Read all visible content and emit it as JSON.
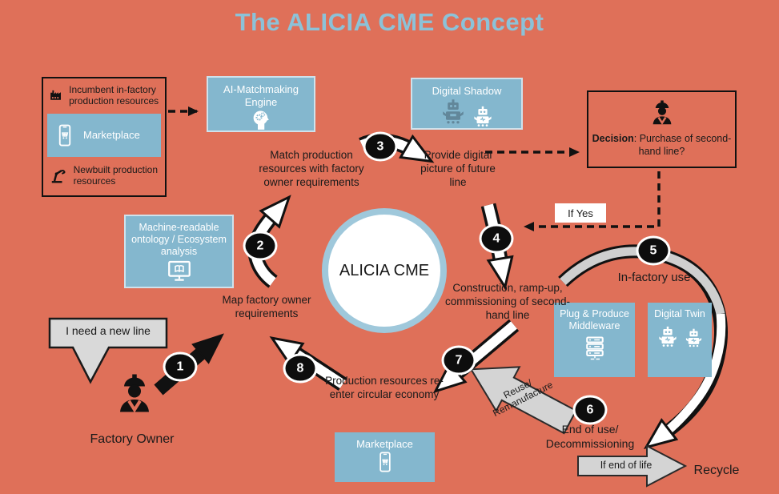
{
  "title": "The ALICIA CME Concept",
  "colors": {
    "background": "#DF7059",
    "box_blue": "#84B7CE",
    "title_blue": "#8CC2D8",
    "arrow_gray": "#D4D4D4"
  },
  "center_circle": {
    "label": "ALICIA CME"
  },
  "resource_box": {
    "incumbent_label": "Incumbent in-factory production resources",
    "marketplace_label": "Marketplace",
    "newbuilt_label": "Newbuilt production resources"
  },
  "boxes": {
    "ai_matchmaking": "AI-Matchmaking Engine",
    "digital_shadow": "Digital Shadow",
    "ontology": "Machine-readable ontology / Ecosystem analysis",
    "plug_produce": "Plug & Produce Middleware",
    "digital_twin": "Digital Twin",
    "marketplace": "Marketplace"
  },
  "decision_box": {
    "bold": "Decision",
    "rest": ": Purchase of second-hand line?"
  },
  "steps": [
    "1",
    "2",
    "3",
    "4",
    "5",
    "6",
    "7",
    "8"
  ],
  "labels": {
    "speech_bubble": "I need a new line",
    "factory_owner": "Factory Owner",
    "map_requirements": "Map factory owner requirements",
    "match_resources": "Match production resources with factory owner requirements",
    "provide_picture": "Provide digital picture of future line",
    "if_yes": "If Yes",
    "construction": "Construction, ramp-up, commissioning of second-hand line",
    "in_factory_use": "In-factory use",
    "end_of_use": "End of use/ Decommissioning",
    "reuse": "Reuse/ Remanufacture",
    "if_end_of_life": "If end of life",
    "recycle": "Recycle",
    "production_reenter": "Production resources re-enter circular economy"
  }
}
